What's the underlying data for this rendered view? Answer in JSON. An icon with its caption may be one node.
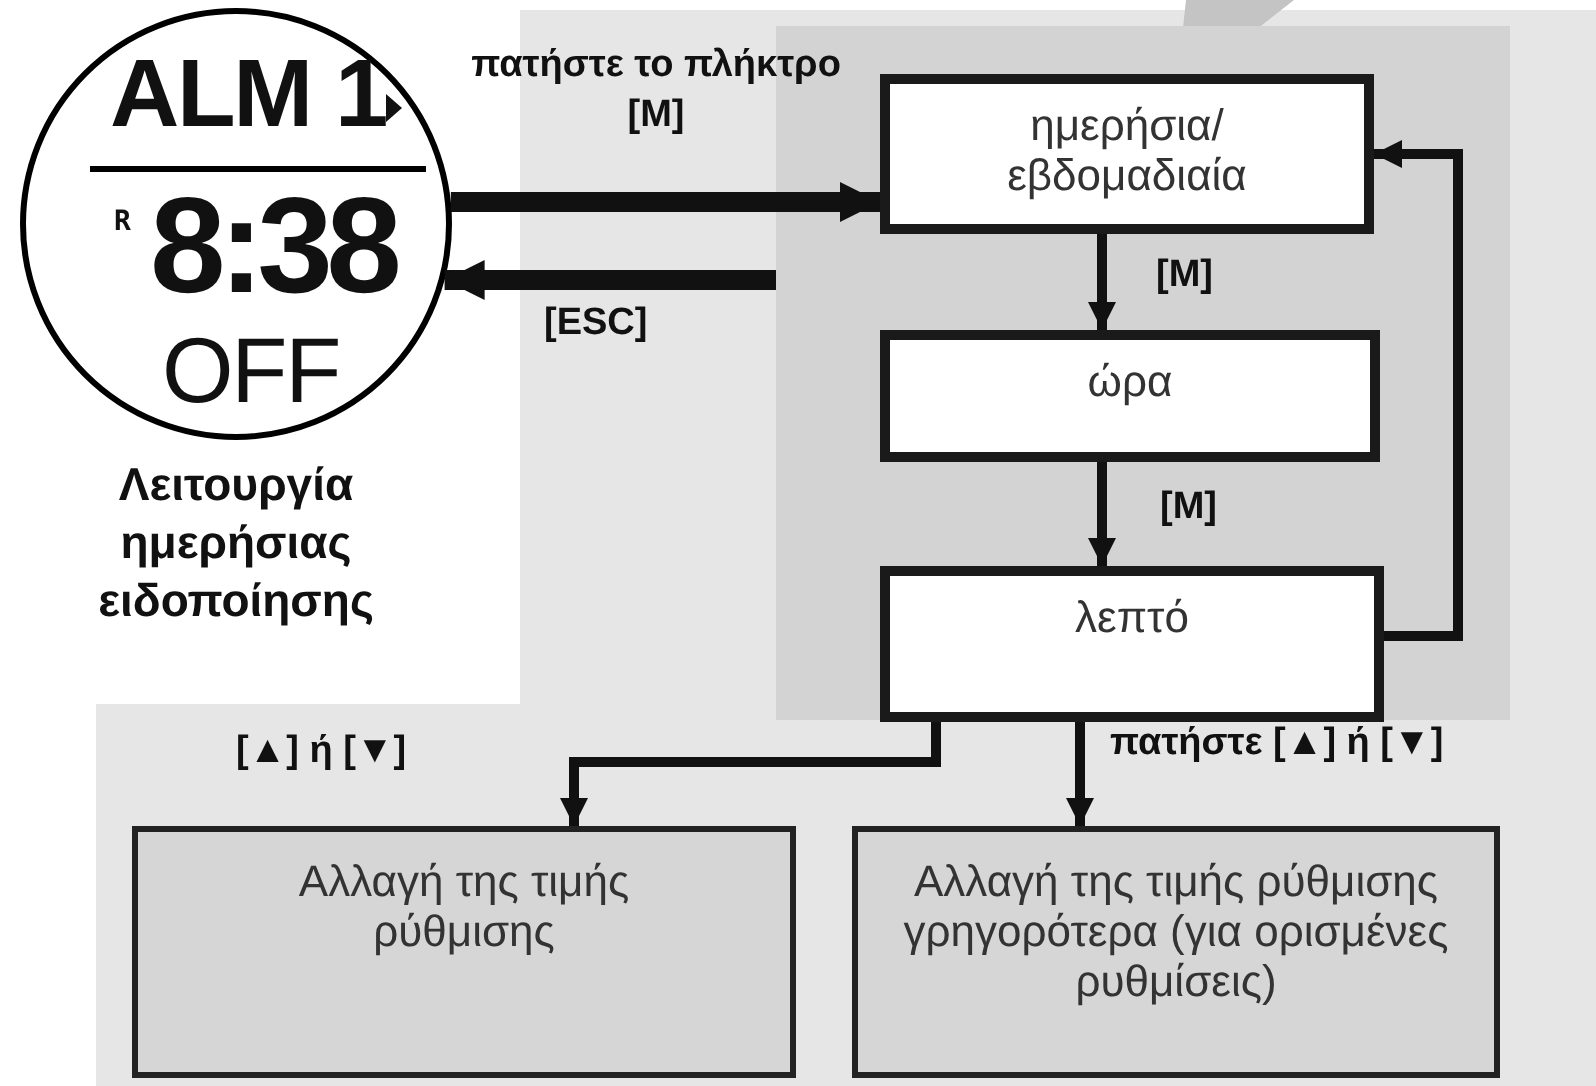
{
  "diagram": {
    "nodes": [
      {
        "text": [
          "ALM 1",
          "R",
          "8:38",
          "OFF"
        ],
        "beside": [
          "Λειτουργία ημερήσιας ειδοποίησης"
        ]
      },
      {
        "text": [],
        "shape": "box"
      },
      {
        "text": [
          "ημερήσια/ εβδομαδιαία"
        ],
        "in": 1
      },
      {
        "text": [
          "ώρα"
        ],
        "in": 1
      },
      {
        "text": [
          "λεπτό"
        ],
        "in": 1
      },
      {
        "text": [
          "Αλλαγή της τιμής ρύθμισης"
        ]
      },
      {
        "text": [
          "Αλλαγή της τιμής ρύθμισης γρηγορότερα (για ορισμένες ρυθμίσεις)"
        ]
      }
    ],
    "edges": [
      {
        "from": 0,
        "to": 2,
        "arrow": "to",
        "label": "πατήστε το πλήκτρο [M]",
        "style": "thick"
      },
      {
        "from": 1,
        "to": 0,
        "arrow": "to",
        "label": "[ESC]",
        "style": "thick"
      },
      {
        "from": 2,
        "to": 3,
        "arrow": "to",
        "label": "[M]"
      },
      {
        "from": 3,
        "to": 4,
        "arrow": "to",
        "label": "[M]"
      },
      {
        "from": 4,
        "to": 2,
        "arrow": "to"
      },
      {
        "from": 4,
        "to": 5,
        "arrow": "to",
        "label": "[▲] ή [▼]"
      },
      {
        "from": 4,
        "to": 6,
        "arrow": "to",
        "label": "πατήστε [▲] ή [▼]"
      }
    ]
  }
}
